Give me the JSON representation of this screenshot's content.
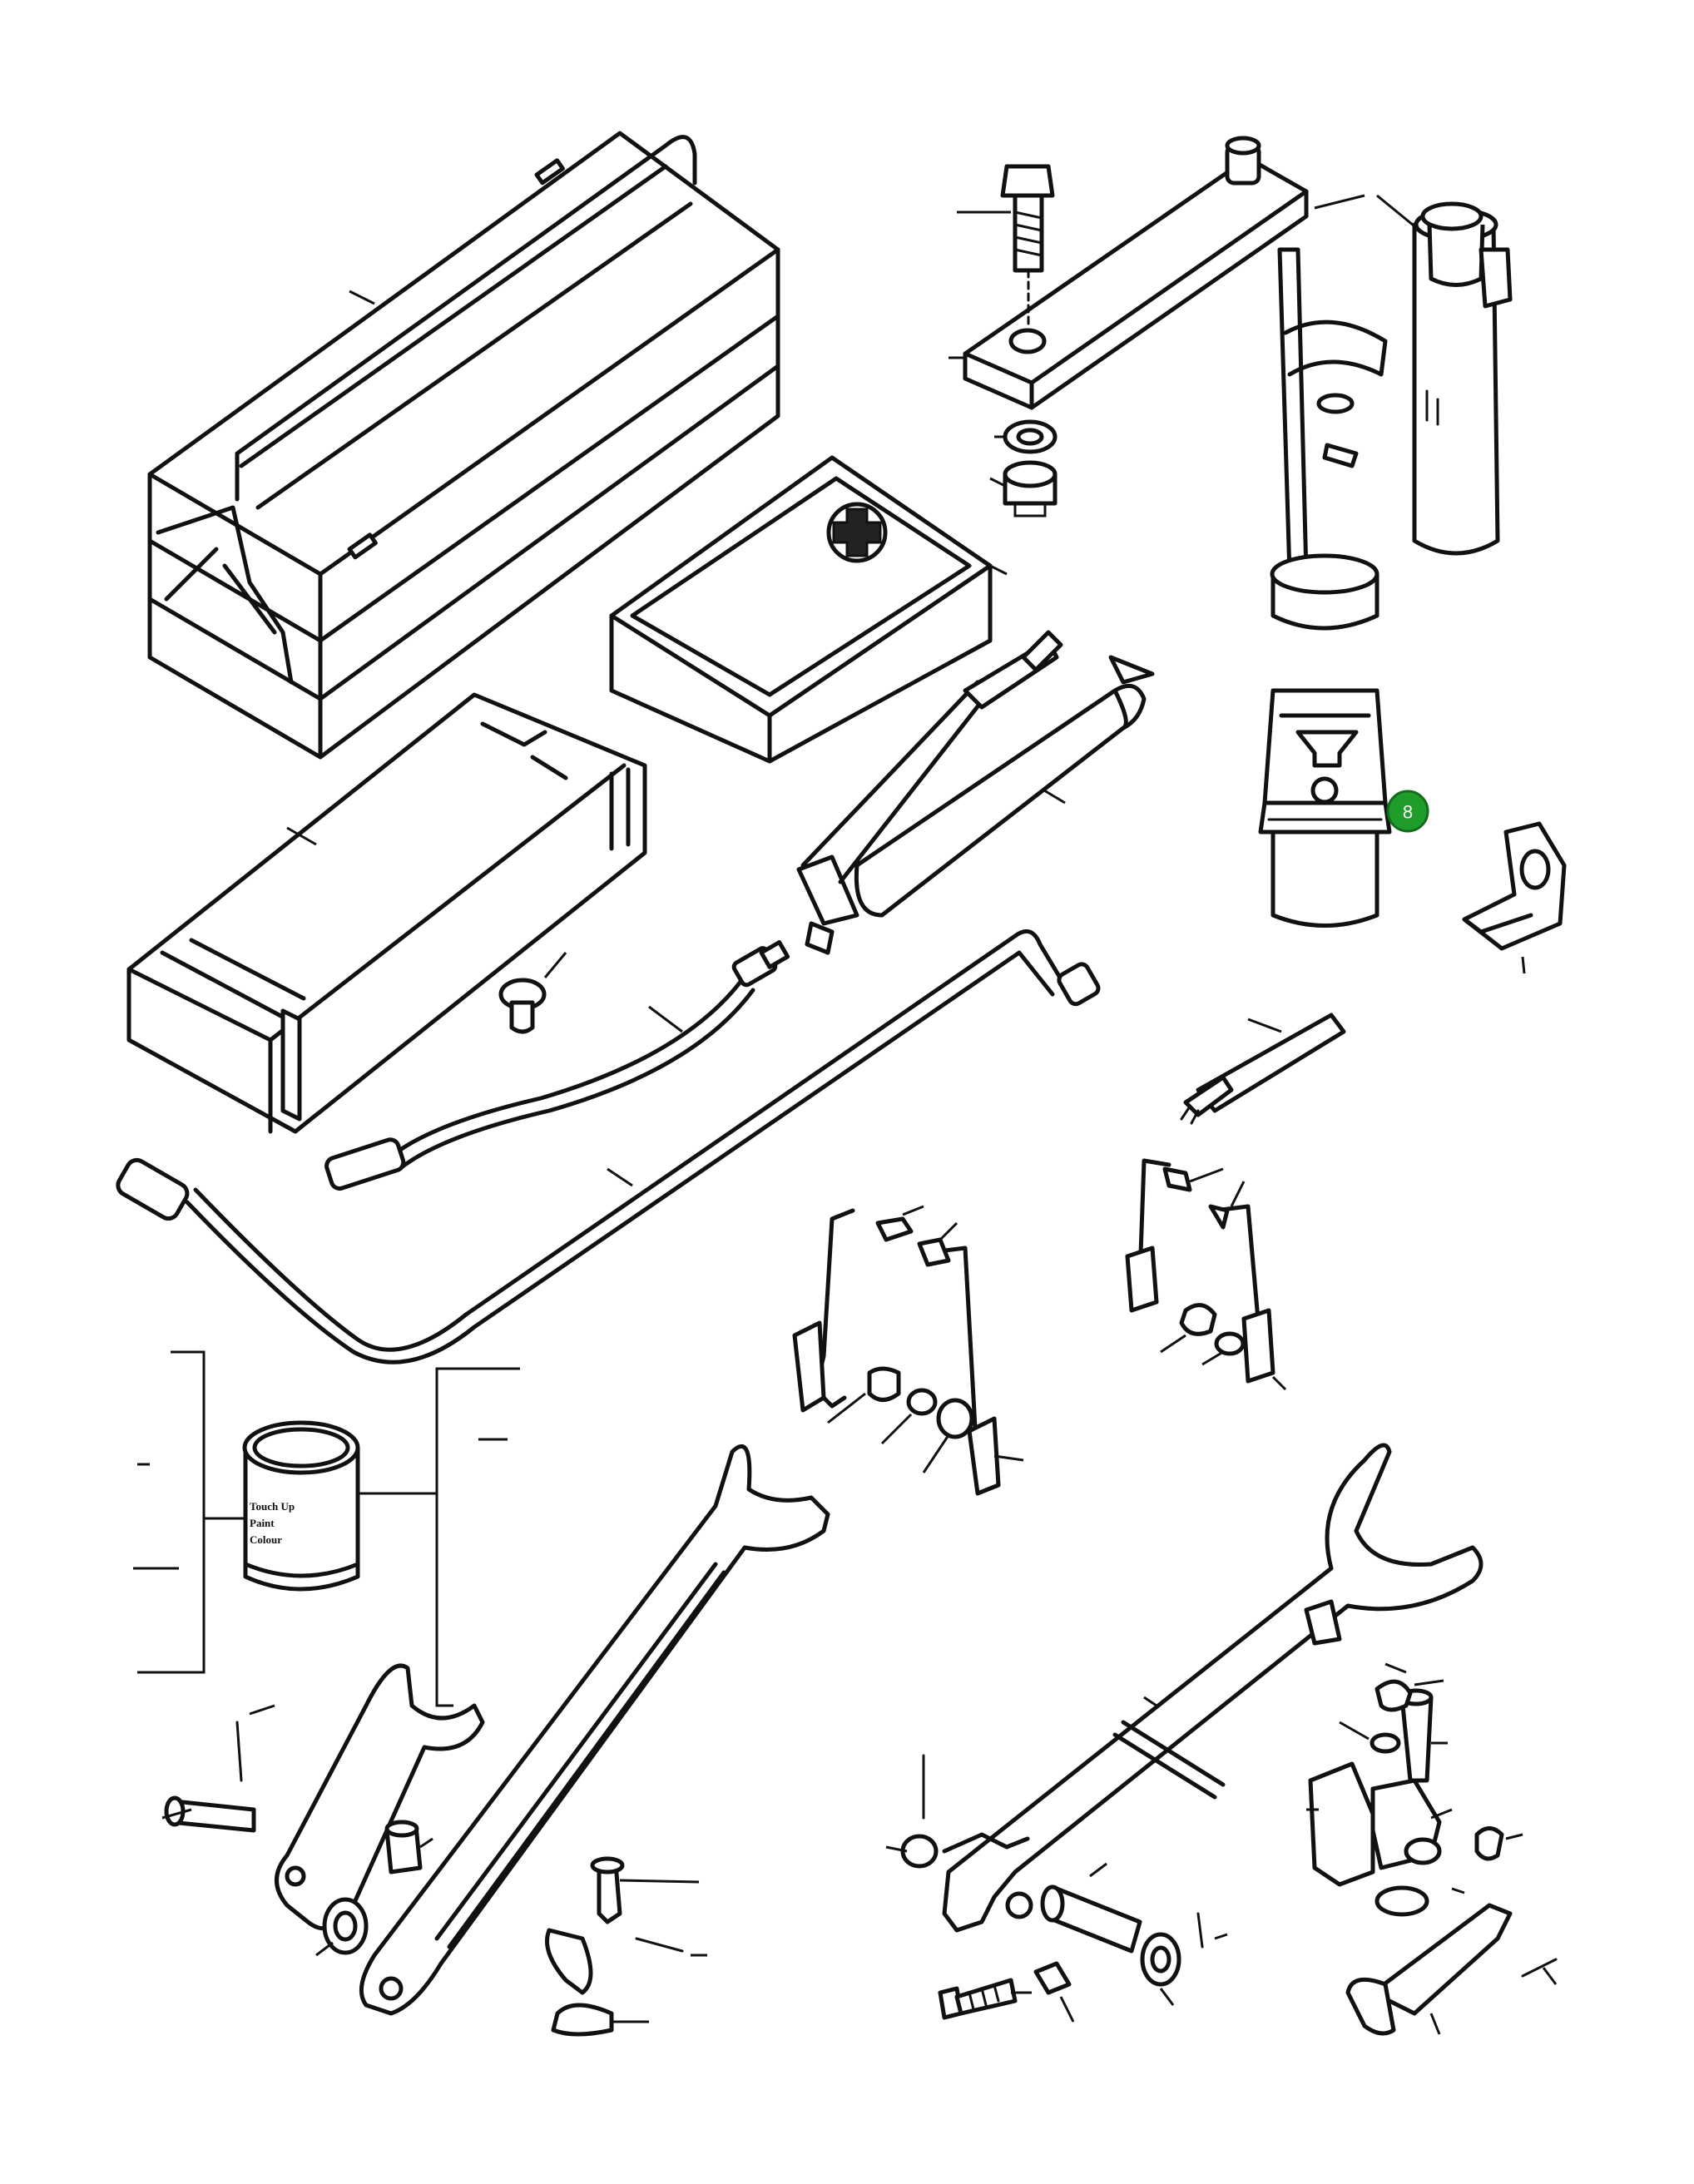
{
  "diagram": {
    "callouts": [
      {
        "label": "8",
        "color": "#1f9d2a"
      }
    ],
    "can_label_lines": [
      "Touch Up",
      "Paint",
      "Colour"
    ]
  }
}
